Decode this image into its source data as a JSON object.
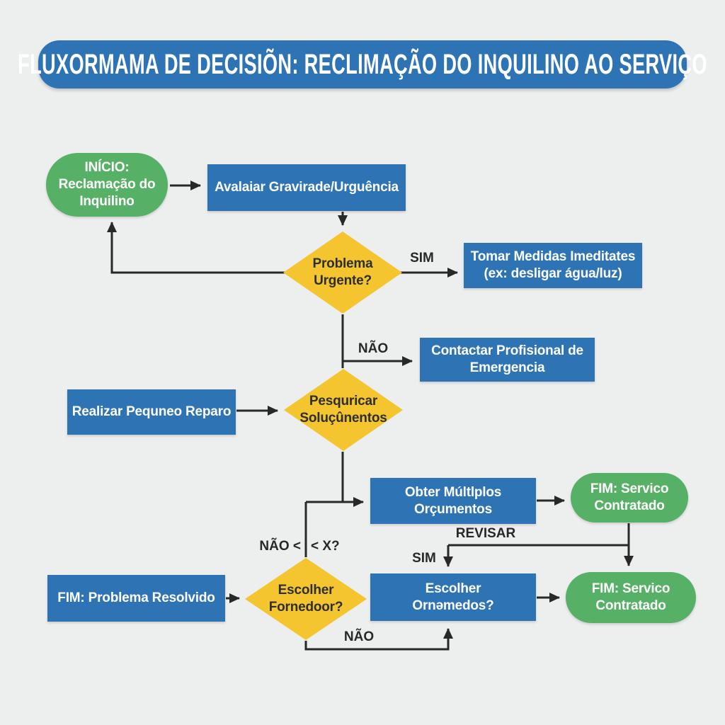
{
  "title": "FLUXORMAMA DE DECISIÕN: RECLIMAÇÃO DO INQUILINO AO SERVIÇO",
  "nodes": {
    "start": "INÍCIO:\nReclamação do\nInquilino",
    "assess": "Avalaiar Gravirade/Urguência",
    "urgent": "Problema\nUrgente?",
    "immediate": "Tomar Medidas Imeditates\n(ex: desligar água/luz)",
    "contact": "Contactar Profisional de\nEmergencia",
    "repair": "Realizar Pequneo Reparo",
    "research": "Pesquricar\nSoluçûnentos",
    "quotes": "Obter Múltlplos\nOrçumentos",
    "end_service_top": "FIM: Servico\nContratado",
    "resolved": "FIM: Problema Resolvido",
    "supplier": "Escolher\nFornedoor?",
    "budget": "Escolher\nOrnəmedos?",
    "end_service_bottom": "FIM: Servico\nContratado"
  },
  "edge_labels": {
    "sim_urgent": "SIM",
    "nao_urgent": "NÃO",
    "nao_lt": "NÃO <",
    "lt_x": "< X?",
    "revisar": "REVISAR",
    "sim_review": "SIM",
    "nao_loop": "NÃO"
  },
  "colors": {
    "process_blue": "#2e74b5",
    "terminal_green": "#56b066",
    "decision_yellow": "#f4c52f",
    "background": "#edeeee",
    "connector": "#282828"
  }
}
